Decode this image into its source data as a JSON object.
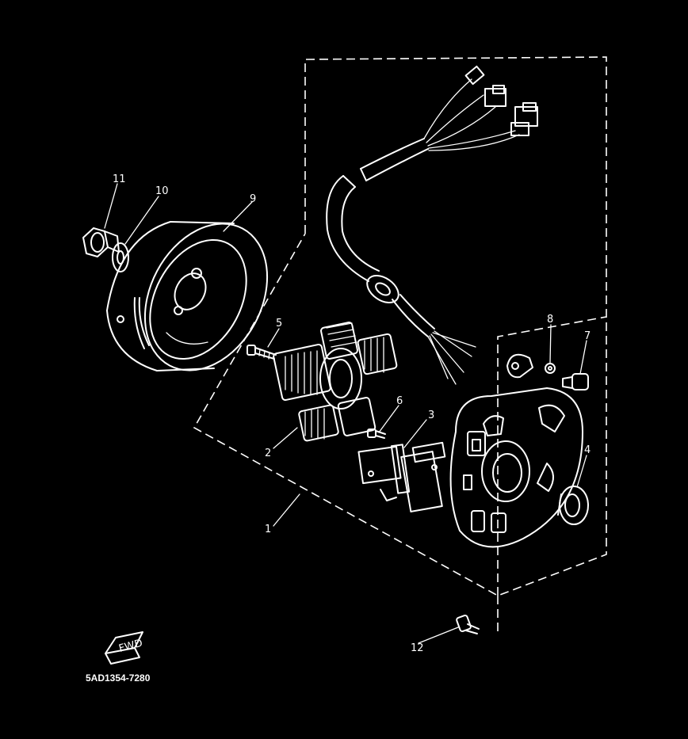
{
  "callouts": {
    "c1": "1",
    "c2": "2",
    "c3": "3",
    "c4": "4",
    "c5": "5",
    "c6": "6",
    "c7": "7",
    "c8": "8",
    "c9": "9",
    "c10": "10",
    "c11": "11",
    "c12": "12"
  },
  "fwd_mark": "FWD",
  "drawing_code": "5AD1354-7280"
}
